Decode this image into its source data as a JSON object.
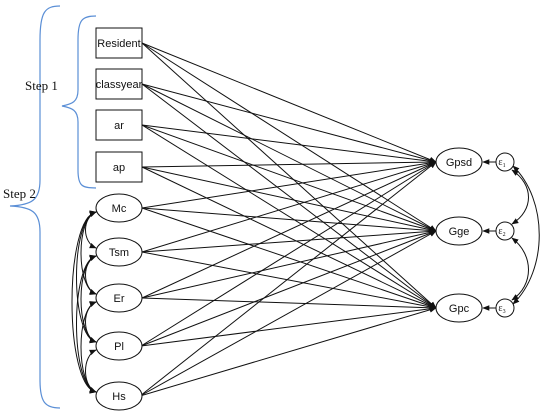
{
  "steps": [
    {
      "label": "Step 1"
    },
    {
      "label": "Step 2"
    }
  ],
  "observed": [
    {
      "id": "resident",
      "label": "Resident"
    },
    {
      "id": "classyear",
      "label": "classyear"
    },
    {
      "id": "ar",
      "label": "ar"
    },
    {
      "id": "ap",
      "label": "ap"
    }
  ],
  "latent_predictors": [
    {
      "id": "mc",
      "label": "Mc"
    },
    {
      "id": "tsm",
      "label": "Tsm"
    },
    {
      "id": "er",
      "label": "Er"
    },
    {
      "id": "pl",
      "label": "Pl"
    },
    {
      "id": "hs",
      "label": "Hs"
    }
  ],
  "outcomes": [
    {
      "id": "gpsd",
      "label": "Gpsd",
      "error": "ε",
      "error_sub": "1"
    },
    {
      "id": "gge",
      "label": "Gge",
      "error": "ε",
      "error_sub": "2"
    },
    {
      "id": "gpc",
      "label": "Gpc",
      "error": "ε",
      "error_sub": "3"
    }
  ]
}
